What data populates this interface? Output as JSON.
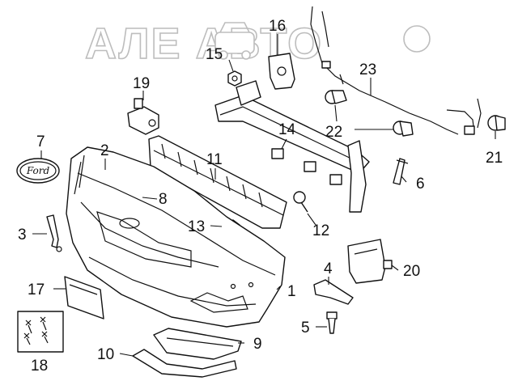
{
  "watermark": {
    "text": "АЛЕ АВТО",
    "logo_icon": "car-icon"
  },
  "emblem_text": "Ford",
  "callouts": [
    {
      "id": "c1",
      "label": "1"
    },
    {
      "id": "c2",
      "label": "2"
    },
    {
      "id": "c3",
      "label": "3"
    },
    {
      "id": "c4",
      "label": "4"
    },
    {
      "id": "c5",
      "label": "5"
    },
    {
      "id": "c6",
      "label": "6"
    },
    {
      "id": "c7",
      "label": "7"
    },
    {
      "id": "c8",
      "label": "8"
    },
    {
      "id": "c9",
      "label": "9"
    },
    {
      "id": "c10",
      "label": "10"
    },
    {
      "id": "c11",
      "label": "11"
    },
    {
      "id": "c12",
      "label": "12"
    },
    {
      "id": "c13",
      "label": "13"
    },
    {
      "id": "c14",
      "label": "14"
    },
    {
      "id": "c15",
      "label": "15"
    },
    {
      "id": "c16",
      "label": "16"
    },
    {
      "id": "c17",
      "label": "17"
    },
    {
      "id": "c18",
      "label": "18"
    },
    {
      "id": "c19",
      "label": "19"
    },
    {
      "id": "c20",
      "label": "20"
    },
    {
      "id": "c21",
      "label": "21"
    },
    {
      "id": "c22",
      "label": "22"
    },
    {
      "id": "c23",
      "label": "23"
    }
  ]
}
